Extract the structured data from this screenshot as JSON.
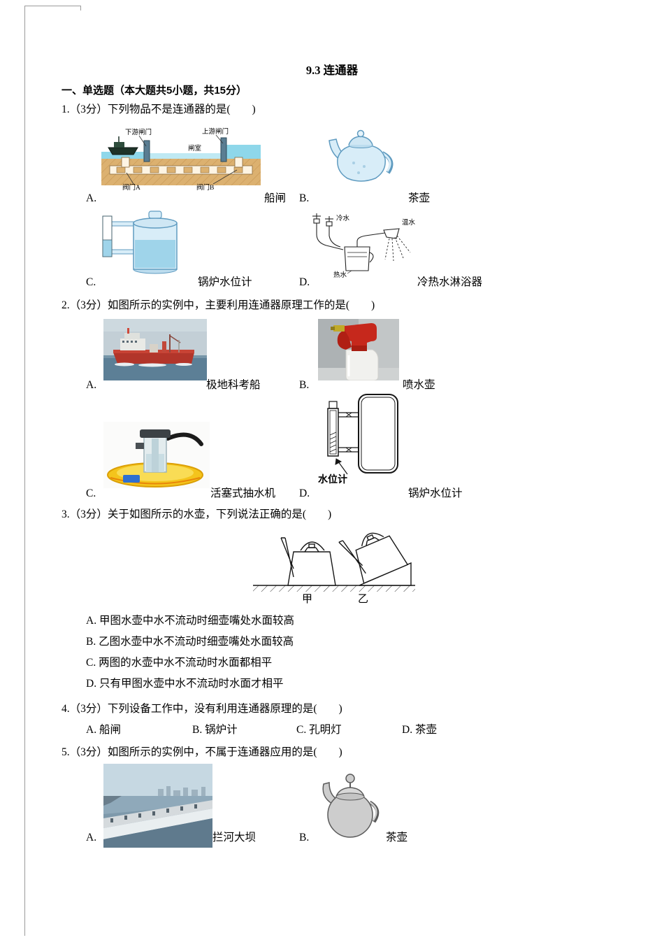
{
  "page": {
    "title": "9.3 连通器",
    "section": "一、单选题（本大题共5小题，共15分）"
  },
  "q1": {
    "stem": "1.（3分）下列物品不是连通器的是(　　)",
    "optA": "A.",
    "optA_label": "船闸",
    "optB": "B.",
    "optB_label": "茶壶",
    "optC": "C.",
    "optC_label": "锅炉水位计",
    "optD": "D.",
    "optD_label": "冷热水淋浴器",
    "shiplock": {
      "downstream_gate": "下游闸门",
      "upstream_gate": "上游闸门",
      "chamber": "闸室",
      "valve_a": "阀门A",
      "valve_b": "阀门B"
    },
    "shower": {
      "cold": "冷水",
      "warm": "温水",
      "hot": "热水"
    }
  },
  "q2": {
    "stem": "2.（3分）如图所示的实例中，主要利用连通器原理工作的是(　　)",
    "optA": "A.",
    "optA_label": "极地科考船",
    "optB": "B.",
    "optB_label": "喷水壶",
    "optC": "C.",
    "optC_label": "活塞式抽水机",
    "optD": "D.",
    "optD_label": "锅炉水位计",
    "gauge_label": "水位计"
  },
  "q3": {
    "stem": "3.（3分）关于如图所示的水壶，下列说法正确的是(　　)",
    "label_jia": "甲",
    "label_yi": "乙",
    "optA": "A. 甲图水壶中水不流动时细壶嘴处水面较高",
    "optB": "B. 乙图水壶中水不流动时细壶嘴处水面较高",
    "optC": "C. 两图的水壶中水不流动时水面都相平",
    "optD": "D. 只有甲图水壶中水不流动时水面才相平"
  },
  "q4": {
    "stem": "4.（3分）下列设备工作中，没有利用连通器原理的是(　　)",
    "optA": "A. 船闸",
    "optB": "B. 锅炉计",
    "optC": "C. 孔明灯",
    "optD": "D. 茶壶"
  },
  "q5": {
    "stem": "5.（3分）如图所示的实例中，不属于连通器应用的是(　　)",
    "optA": "A.",
    "optA_label": "拦河大坝",
    "optB": "B.",
    "optB_label": "茶壶"
  }
}
